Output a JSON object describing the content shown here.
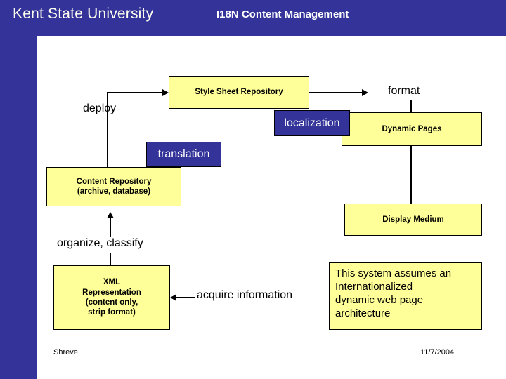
{
  "header": {
    "brand": "Kent State University",
    "title": "I18N Content Management",
    "band_color": "#333399",
    "brand_color": "#FFFFF0",
    "title_color": "#FFFFFF"
  },
  "theme": {
    "box_fill": "#FFFF99",
    "box_border": "#000000",
    "accent_blue": "#333399",
    "page_background": "#FFFFFF"
  },
  "diagram": {
    "type": "flow-diagram",
    "boxes": [
      {
        "id": "style-sheet-repository",
        "label": "Style Sheet Repository",
        "style": "yellow"
      },
      {
        "id": "dynamic-pages",
        "label": "Dynamic Pages",
        "style": "yellow"
      },
      {
        "id": "display-medium",
        "label": "Display Medium",
        "style": "yellow"
      },
      {
        "id": "content-repository",
        "label_line1": "Content Repository",
        "label_line2": "(archive, database)",
        "style": "yellow"
      },
      {
        "id": "xml-representation",
        "label_line1": "XML",
        "label_line2": "Representation",
        "label_line3": "(content only,",
        "label_line4": "strip format)",
        "style": "yellow"
      },
      {
        "id": "localization",
        "label": "localization",
        "style": "blue"
      },
      {
        "id": "translation",
        "label": "translation",
        "style": "blue"
      },
      {
        "id": "assumption-note",
        "label_line1": "This system assumes an",
        "label_line2": "Internationalized",
        "label_line3": "dynamic web page",
        "label_line4": "architecture",
        "style": "note"
      }
    ],
    "edge_labels": [
      {
        "id": "deploy",
        "label": "deploy"
      },
      {
        "id": "format",
        "label": "format"
      },
      {
        "id": "organize-classify",
        "label": "organize, classify"
      },
      {
        "id": "acquire-information",
        "label": "acquire information"
      }
    ]
  },
  "footer": {
    "author": "Shreve",
    "date": "11/7/2004"
  }
}
